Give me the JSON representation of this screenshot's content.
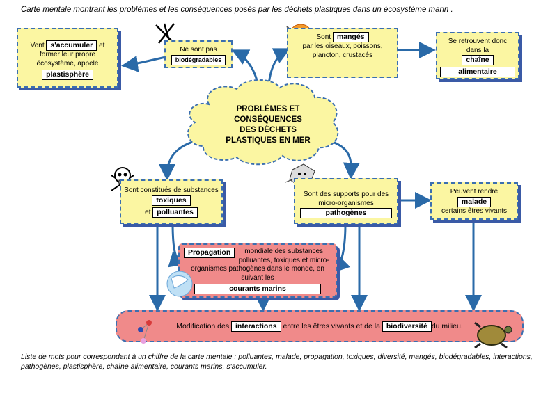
{
  "title": "Carte mentale montrant les problèmes et les conséquences posés par les déchets plastiques dans un écosystème marin .",
  "center": {
    "line1": "PROBLÈMES ET",
    "line2": "CONSÉQUENCES",
    "line3": "DES DÉCHETS",
    "line4": "PLASTIQUES EN MER"
  },
  "accumuler": {
    "pre": "Vont",
    "kw": "s'accumuler",
    "post": "et",
    "text": "former leur propre écosystème, appelé",
    "kw2": "plastisphère"
  },
  "biodeg": {
    "text": "Ne sont  pas",
    "kw": "biodégradables"
  },
  "manges": {
    "pre": "Sont",
    "kw": "mangés",
    "text": "par les oiseaux, poissons, plancton, crustacés"
  },
  "chaine": {
    "text": "Se retrouvent donc dans la",
    "kw": "chaîne",
    "kw2": "alimentaire"
  },
  "toxiques": {
    "text": "Sont constitués de substances",
    "kw": "toxiques",
    "pre2": "et",
    "kw2": "polluantes"
  },
  "supports": {
    "text": "Sont des supports pour des micro-organismes",
    "kw": "pathogènes"
  },
  "malade": {
    "text": "Peuvent rendre",
    "kw": "malade",
    "text2": "certains êtres vivants"
  },
  "propagation": {
    "kw": "Propagation",
    "text": "mondiale des substances polluantes, toxiques et micro-organismes pathogènes dans le monde, en suivant les",
    "kw2": "courants marins"
  },
  "interactions": {
    "pre": "Modification des",
    "kw": "interactions",
    "mid": "entre les êtres vivants et de la",
    "kw2": "biodiversité",
    "post": "du milieu."
  },
  "footer": "Liste de mots pour correspondant à un chiffre de la carte mentale : polluantes, malade, propagation, toxiques, diversité, mangés, biodégradables, interactions, pathogènes, plastisphère, chaîne alimentaire, courants marins, s'accumuler.",
  "colors": {
    "arrow": "#2a6aa8",
    "box": "#fbf6a2",
    "border": "#3b6fb0",
    "red": "#f08a8a",
    "cloud": "#fbf6a2"
  },
  "icons": [
    "no-fork-knife-icon",
    "happy-fish-icon",
    "skull-icon",
    "bacteria-icon",
    "globe-icon",
    "molecule-icon",
    "turtle-icon"
  ]
}
